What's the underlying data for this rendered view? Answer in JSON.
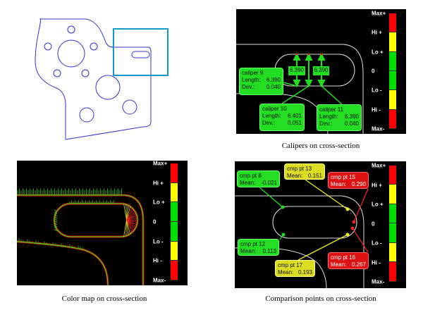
{
  "colors": {
    "red": "#ff0000",
    "yellow": "#ffff00",
    "green": "#00dd00",
    "part": "#3333cc",
    "roi": "#1199cc"
  },
  "colorbar": {
    "labels": [
      "Max+",
      "Hi +",
      "Lo +",
      "0",
      "Lo -",
      "Hi -",
      "Max-"
    ],
    "segments": [
      "red",
      "yellow",
      "green",
      "green",
      "yellow",
      "red"
    ]
  },
  "calipers": {
    "caption": "Calipers on cross-section",
    "values": [
      "6.390",
      "6.390"
    ],
    "items": [
      {
        "name": "caliper 9",
        "length_label": "Length:",
        "length": "6.390",
        "dev_label": "Dev.:",
        "dev": "0.040"
      },
      {
        "name": "caliper 10",
        "length_label": "Length:",
        "length": "6.401",
        "dev_label": "Dev.:",
        "dev": "0.051"
      },
      {
        "name": "caliper 11",
        "length_label": "Length:",
        "length": "6.390",
        "dev_label": "Dev.:",
        "dev": "0.040"
      }
    ]
  },
  "colormap": {
    "caption": "Color map on cross-section"
  },
  "comparison": {
    "caption": "Comparison points on cross-section",
    "items": [
      {
        "name": "cmp pt 8",
        "mean_label": "Mean:",
        "mean": "-0.021",
        "status": "green"
      },
      {
        "name": "cmp pt 13",
        "mean_label": "Mean:",
        "mean": "0.151",
        "status": "yellow"
      },
      {
        "name": "cmp pt 15",
        "mean_label": "Mean:",
        "mean": "0.290",
        "status": "red"
      },
      {
        "name": "cmp pt 12",
        "mean_label": "Mean:",
        "mean": "0.113",
        "status": "green"
      },
      {
        "name": "cmp pt 16",
        "mean_label": "Mean:",
        "mean": "0.267",
        "status": "red"
      },
      {
        "name": "cmp pt 17",
        "mean_label": "Mean:",
        "mean": "0.193",
        "status": "yellow"
      }
    ]
  }
}
